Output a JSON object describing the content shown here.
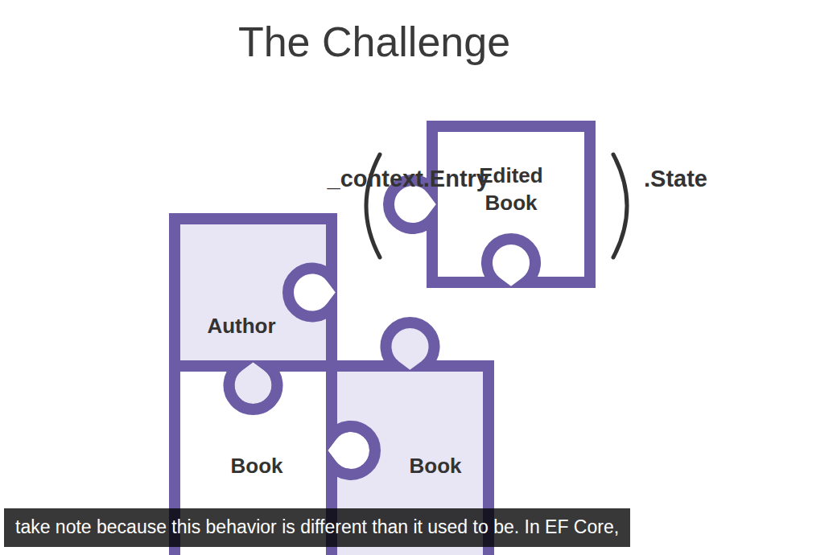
{
  "diagram": {
    "title": "The Challenge",
    "nodes": [
      {
        "text": [
          "Edited Book"
        ]
      },
      {
        "text": [
          "Author"
        ]
      },
      {
        "text": [
          "Book"
        ]
      },
      {
        "text": [
          "Book"
        ]
      }
    ],
    "labels": [
      "_context.Entry",
      ".State",
      "take note because this behavior is different than it used to be. In EF Core,"
    ]
  }
}
